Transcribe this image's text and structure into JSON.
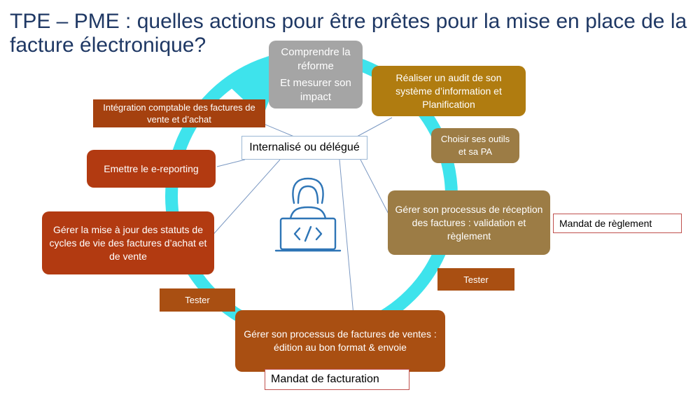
{
  "title": "TPE – PME : quelles actions pour être prêtes pour la mise en place de la facture électronique?",
  "center_label": "Internalisé ou délégué",
  "center_icon": "developer-laptop-icon",
  "nodes": {
    "comprendre": {
      "line1": "Comprendre la réforme",
      "line2": "Et mesurer son impact"
    },
    "audit": "Réaliser un audit de son système d’information et Planification",
    "outils": "Choisir ses outils et sa PA",
    "reception": "Gérer son processus de réception des factures : validation et règlement",
    "tester_right": "Tester",
    "ventes": "Gérer son processus de factures de ventes : édition au bon format & envoie",
    "tester_left": "Tester",
    "statuts": "Gérer la mise à jour des statuts de cycles de vie des factures d’achat et de vente",
    "ereporting": "Emettre le e-reporting",
    "integration": "Intégration comptable des factures de vente et d’achat"
  },
  "mandates": {
    "reglement": "Mandat de règlement",
    "facturation": "Mandat de facturation"
  },
  "colors": {
    "title": "#1f3864",
    "cycle_arrow": "#3ee3ec",
    "gold": "#b07c10",
    "tan": "#9c7c45",
    "grey": "#a5a5a5",
    "red": "#b23a11",
    "icon": "#2e75b6"
  }
}
